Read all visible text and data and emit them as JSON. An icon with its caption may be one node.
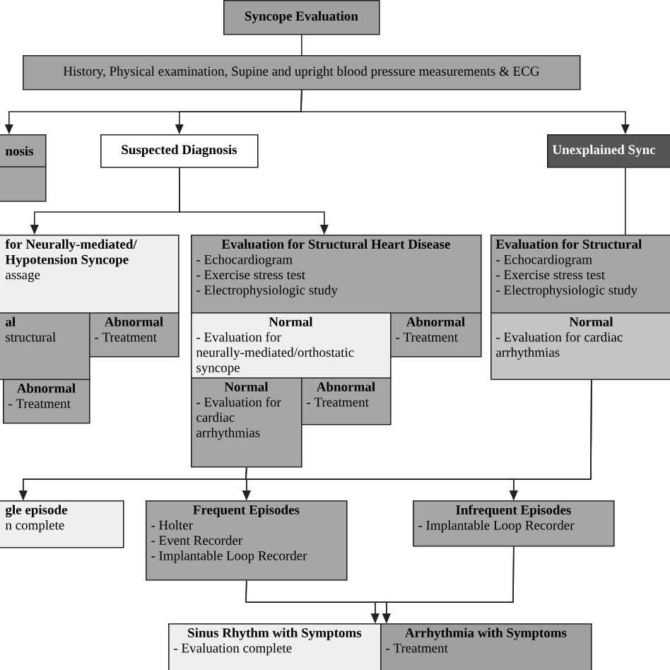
{
  "diagram": {
    "nodes": [
      {
        "text": [
          "Syncope Evaluation"
        ]
      },
      {
        "text": [
          "History, Physical examination, Supine and upright blood pressure measurements & ECG"
        ]
      },
      {
        "text": [
          "nosis"
        ]
      },
      {
        "text": [
          "Suspected Diagnosis"
        ]
      },
      {
        "text": [
          "Unexplained Sync"
        ]
      },
      {
        "text": [
          "for Neurally-mediated/ Hypotension Syncope",
          "assage"
        ]
      },
      {
        "text": [
          "al",
          "structural"
        ]
      },
      {
        "text": [
          "Abnormal",
          "- Treatment"
        ]
      },
      {
        "text": [
          "Abnormal",
          "- Treatment"
        ]
      },
      {
        "text": [
          "Evaluation for Structural Heart Disease",
          "- Echocardiogram",
          "- Exercise stress test",
          "- Electrophysiologic study"
        ]
      },
      {
        "text": [
          "Normal",
          "- Evaluation for neurally-mediated/orthostatic syncope"
        ]
      },
      {
        "text": [
          "Abnormal",
          "- Treatment"
        ]
      },
      {
        "text": [
          "Normal",
          "- Evaluation for cardiac arrhythmias"
        ]
      },
      {
        "text": [
          "Abnormal",
          "- Treatment"
        ]
      },
      {
        "text": [
          "Evaluation for Structural",
          "- Echocardiogram",
          "- Exercise stress test",
          "- Electrophysiologic study"
        ]
      },
      {
        "text": [
          "Normal",
          "- Evaluation for cardiac arrhythmias"
        ]
      },
      {
        "text": [
          "gle episode",
          "n complete"
        ]
      },
      {
        "text": [
          "Frequent Episodes",
          "- Holter",
          "- Event Recorder",
          "- Implantable Loop Recorder"
        ]
      },
      {
        "text": [
          "Infrequent Episodes",
          "- Implantable Loop Recorder"
        ]
      },
      {
        "text": [
          "Sinus Rhythm with Symptoms",
          "- Evaluation complete"
        ]
      },
      {
        "text": [
          "Arrhythmia with Symptoms",
          "- Treatment"
        ]
      }
    ],
    "edges": [
      {
        "from": 0,
        "to": 1,
        "arrow": "none"
      },
      {
        "from": 1,
        "to": 2,
        "arrow": "to"
      },
      {
        "from": 1,
        "to": 3,
        "arrow": "to"
      },
      {
        "from": 1,
        "to": 4,
        "arrow": "to"
      },
      {
        "from": 3,
        "to": 5,
        "arrow": "to"
      },
      {
        "from": 3,
        "to": 9,
        "arrow": "to"
      },
      {
        "from": 4,
        "to": 14,
        "arrow": "none"
      },
      {
        "from": 12,
        "to": 16,
        "arrow": "to"
      },
      {
        "from": 12,
        "to": 17,
        "arrow": "to"
      },
      {
        "from": 12,
        "to": 18,
        "arrow": "to"
      },
      {
        "from": 15,
        "to": 16,
        "arrow": "to"
      },
      {
        "from": 15,
        "to": 17,
        "arrow": "to"
      },
      {
        "from": 15,
        "to": 18,
        "arrow": "to"
      },
      {
        "from": 17,
        "to": 19,
        "arrow": "to"
      },
      {
        "from": 17,
        "to": 20,
        "arrow": "to"
      },
      {
        "from": 18,
        "to": 19,
        "arrow": "to"
      },
      {
        "from": 18,
        "to": 20,
        "arrow": "to"
      }
    ]
  }
}
